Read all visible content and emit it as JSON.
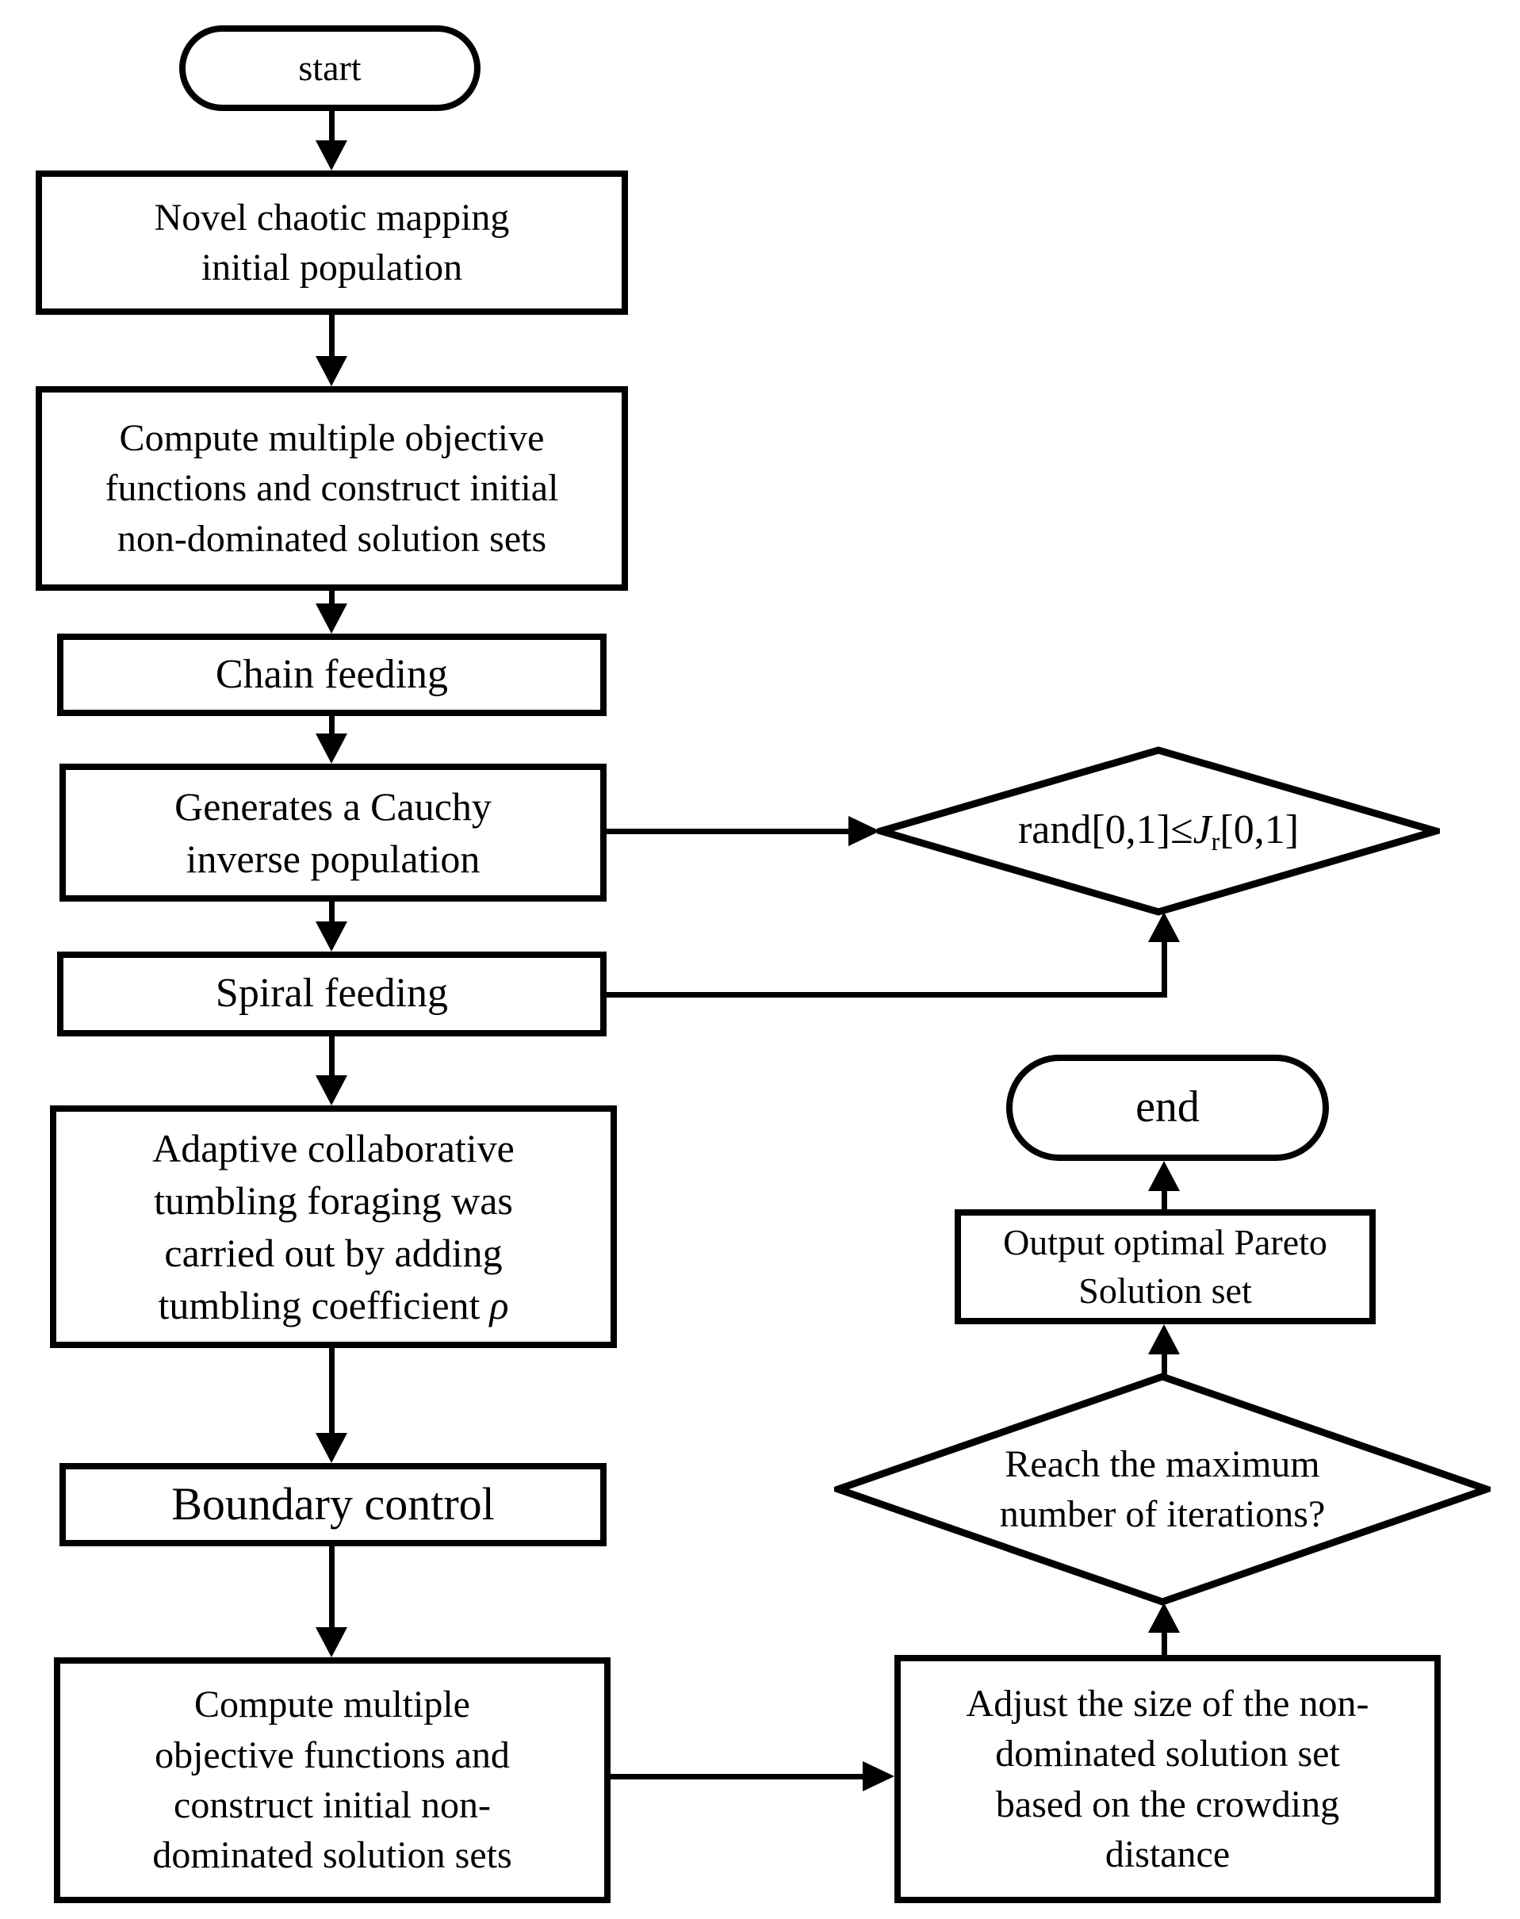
{
  "flowchart": {
    "colors": {
      "background": "#ffffff",
      "stroke": "#000000"
    },
    "nodes": {
      "start": {
        "label": "start"
      },
      "novel_chaotic": {
        "lines": [
          "Novel chaotic mapping",
          "initial population"
        ]
      },
      "compute_initial": {
        "lines": [
          "Compute multiple objective",
          "functions and construct initial",
          "non-dominated solution sets"
        ]
      },
      "chain_feeding": {
        "label": "Chain feeding"
      },
      "cauchy_inverse": {
        "lines": [
          "Generates a Cauchy",
          "inverse population"
        ]
      },
      "rand_condition": {
        "prefix": "rand[0,1]≤",
        "variable": "J",
        "subscript": "r",
        "suffix": "[0,1]"
      },
      "spiral_feeding": {
        "label": "Spiral feeding"
      },
      "adaptive_tumbling": {
        "lines": [
          "Adaptive collaborative",
          "tumbling foraging was",
          "carried out by adding",
          "tumbling coefficient"
        ],
        "symbol": "ρ"
      },
      "boundary_control": {
        "label": "Boundary control"
      },
      "compute_construct": {
        "lines": [
          "Compute multiple",
          "objective functions and",
          "construct initial non-",
          "dominated solution sets"
        ]
      },
      "adjust_size": {
        "lines": [
          "Adjust the size of the non-",
          "dominated solution set",
          "based on the crowding",
          "distance"
        ]
      },
      "max_iterations": {
        "lines": [
          "Reach the maximum",
          "number of iterations?"
        ]
      },
      "output_pareto": {
        "lines": [
          "Output optimal Pareto",
          "Solution set"
        ]
      },
      "end": {
        "label": "end"
      }
    }
  }
}
